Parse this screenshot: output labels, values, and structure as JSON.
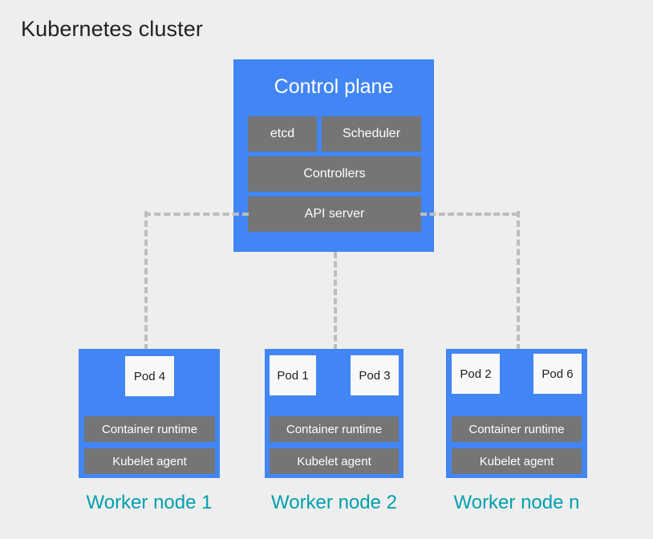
{
  "diagram": {
    "title": "Kubernetes cluster",
    "colors": {
      "background": "#eeeeee",
      "node_blue": "#4285f4",
      "component_gray": "#757575",
      "pod_white": "#f8f8f8",
      "label_teal": "#00a0b0",
      "connector_gray": "#bdbdbd",
      "title_text": "#202124"
    }
  },
  "control_plane": {
    "title": "Control plane",
    "components": [
      {
        "id": "etcd",
        "label": "etcd"
      },
      {
        "id": "scheduler",
        "label": "Scheduler"
      },
      {
        "id": "controllers",
        "label": "Controllers"
      },
      {
        "id": "api-server",
        "label": "API server"
      }
    ]
  },
  "worker_nodes": [
    {
      "id": "worker-node-1",
      "label": "Worker node 1",
      "pods": [
        {
          "label": "Pod 4"
        }
      ],
      "components": [
        {
          "label": "Container runtime"
        },
        {
          "label": "Kubelet agent"
        }
      ]
    },
    {
      "id": "worker-node-2",
      "label": "Worker node 2",
      "pods": [
        {
          "label": "Pod 1"
        },
        {
          "label": "Pod 3"
        }
      ],
      "components": [
        {
          "label": "Container runtime"
        },
        {
          "label": "Kubelet agent"
        }
      ]
    },
    {
      "id": "worker-node-n",
      "label": "Worker node n",
      "pods": [
        {
          "label": "Pod 2"
        },
        {
          "label": "Pod 6"
        }
      ],
      "components": [
        {
          "label": "Container runtime"
        },
        {
          "label": "Kubelet agent"
        }
      ]
    }
  ],
  "connectors": [
    {
      "id": "api-to-worker-1",
      "from": "api-server",
      "to": "worker-node-1",
      "style": "dashed"
    },
    {
      "id": "api-to-worker-2",
      "from": "api-server",
      "to": "worker-node-2",
      "style": "dashed"
    },
    {
      "id": "api-to-worker-n",
      "from": "api-server",
      "to": "worker-node-n",
      "style": "dashed"
    }
  ]
}
